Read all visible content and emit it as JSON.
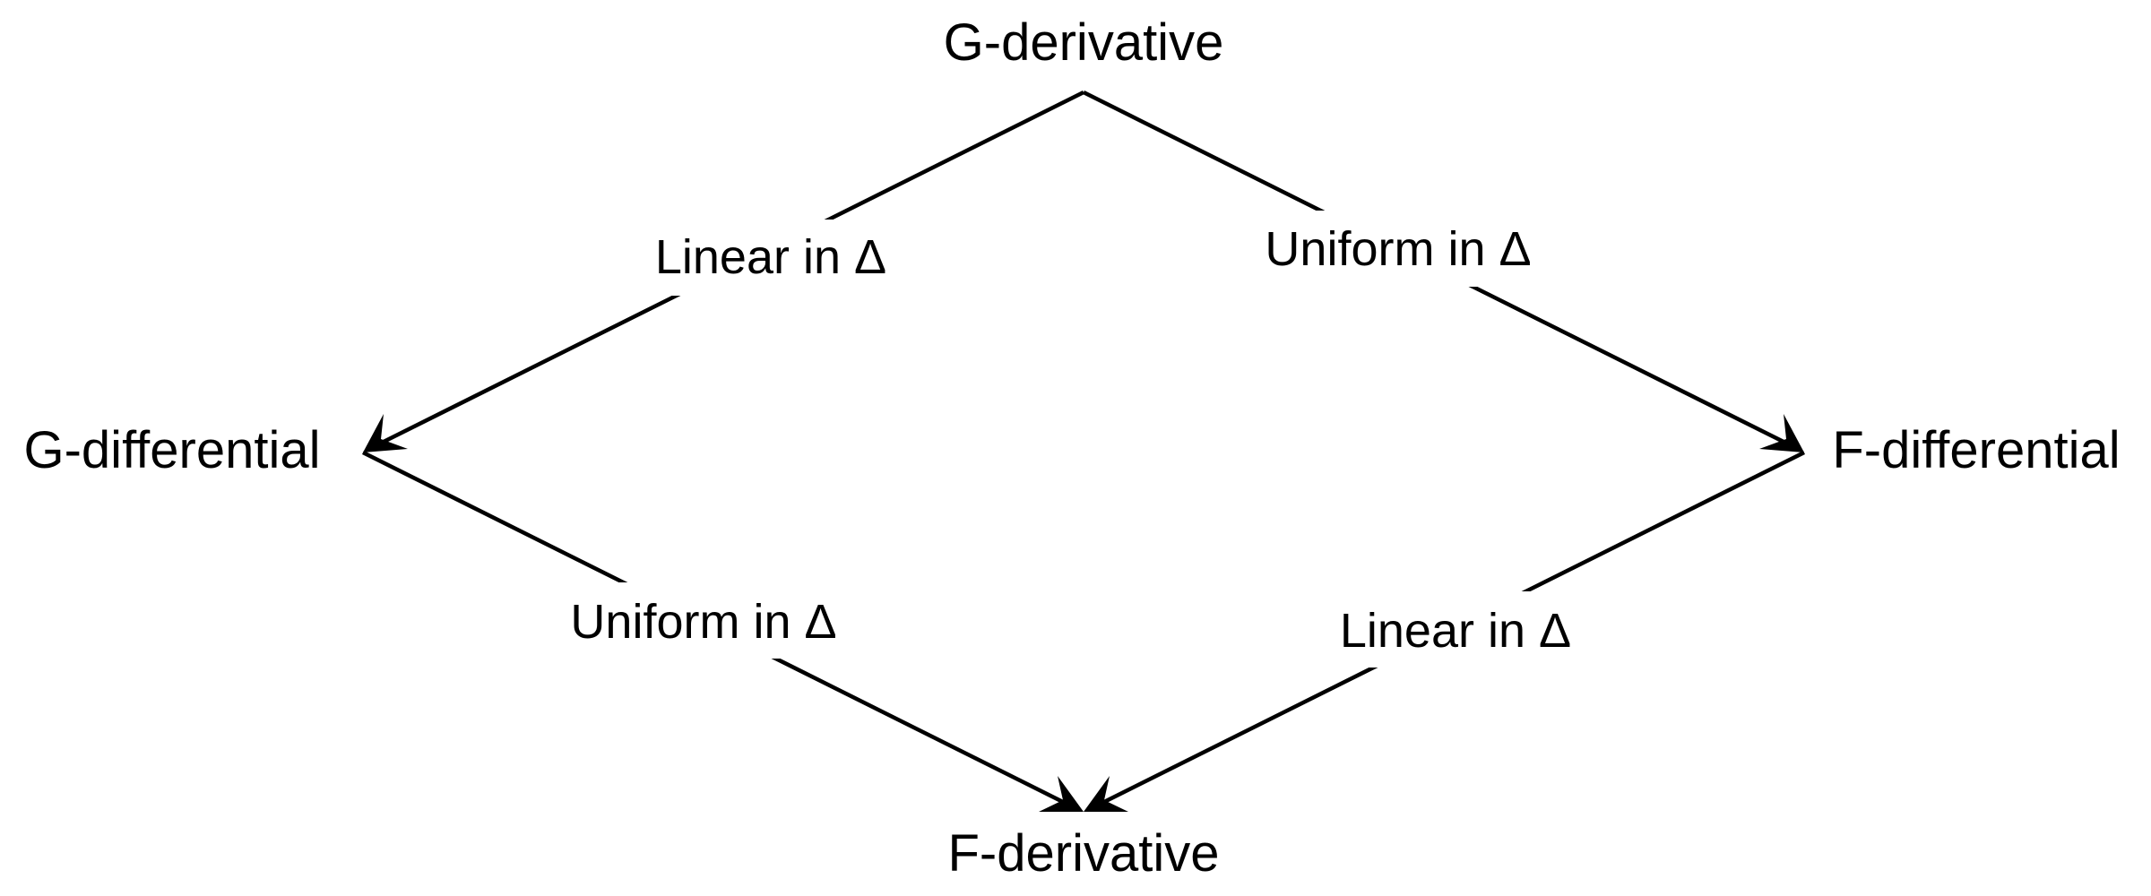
{
  "nodes": {
    "g_derivative": "G-derivative",
    "g_differential": "G-differential",
    "f_differential": "F-differential",
    "f_derivative": "F-derivative"
  },
  "edges": [
    {
      "from": "G-derivative",
      "to": "G-differential",
      "label_text": "Linear in ",
      "label_symbol": "Δ"
    },
    {
      "from": "G-derivative",
      "to": "F-differential",
      "label_text": "Uniform in ",
      "label_symbol": "Δ"
    },
    {
      "from": "G-differential",
      "to": "F-derivative",
      "label_text": "Uniform in ",
      "label_symbol": "Δ"
    },
    {
      "from": "F-differential",
      "to": "F-derivative",
      "label_text": "Linear in ",
      "label_symbol": "Δ"
    }
  ],
  "colors": {
    "line": "#000000",
    "background": "#ffffff"
  }
}
